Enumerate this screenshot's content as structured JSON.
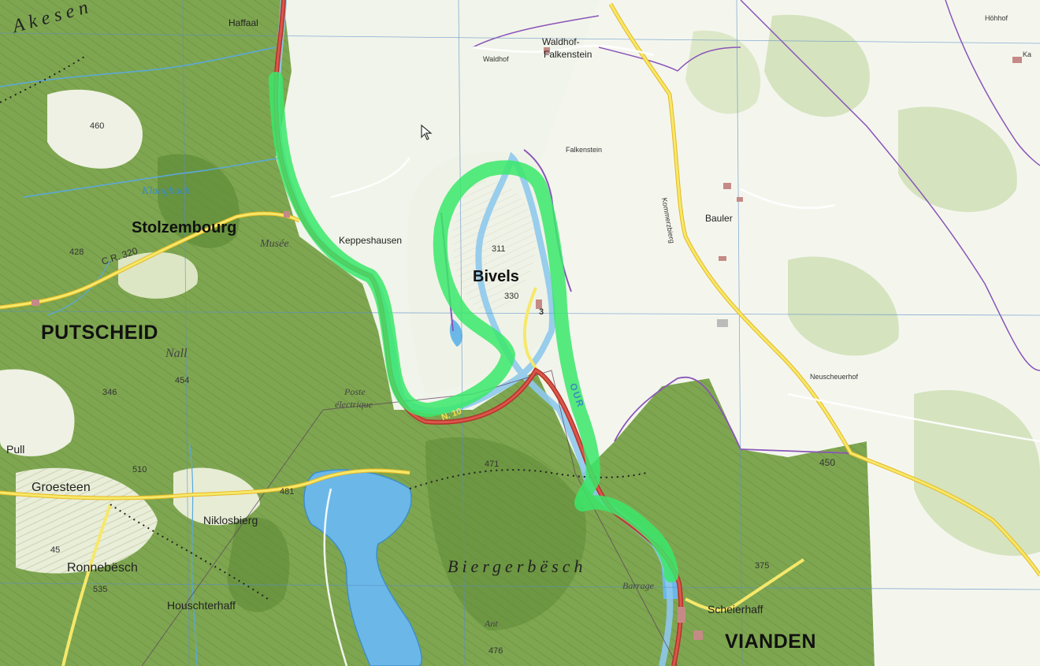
{
  "map": {
    "labels": {
      "akesen": "Akesen",
      "haffaal": "Haffaal",
      "waldhof_falkenstein_line1": "Waldhof-",
      "waldhof_falkenstein_line2": "Falkenstein",
      "waldhof": "Waldhof",
      "falkenstein": "Falkenstein",
      "hohhof": "Höhhof",
      "ka": "Ka",
      "stolzembourg": "Stolzembourg",
      "putscheid": "PUTSCHEID",
      "keppeshausen": "Keppeshausen",
      "bivels": "Bivels",
      "bauler": "Bauler",
      "neuscheuerhof": "Neuscheuerhof",
      "musee": "Musée",
      "klangbach": "Klangbach",
      "nall": "Nall",
      "poste_line1": "Poste",
      "poste_line2": "électrique",
      "pull": "Pull",
      "groesteen": "Groesteen",
      "niklosbierg": "Niklosbierg",
      "ronnebesch": "Ronnebësch",
      "houschterhaff": "Houschterhaff",
      "biergerbesch": "Biergerbësch",
      "barrage": "Barrage",
      "scheierhaff": "Scheierhaff",
      "vianden": "VIANDEN",
      "ant": "Ant",
      "our": "OUR",
      "cr320": "C.R. 320",
      "n10": "N. 10",
      "kommerz": "Kommerzbierg",
      "e460": "460",
      "e428": "428",
      "e311": "311",
      "e330": "330",
      "e454": "454",
      "e346": "346",
      "e510": "510",
      "e481": "481",
      "e471": "471",
      "e450": "450",
      "e535": "535",
      "e375": "375",
      "e476": "476",
      "e45": "45",
      "e3": "3"
    },
    "colors": {
      "route": "#39e86a",
      "river": "#8ec9ec",
      "main_road": "#c0392b",
      "secondary_road": "#f2dc3a",
      "boundary": "#8a55b8",
      "forest": "#6a9a3d",
      "open_land": "#f4f6ee"
    },
    "icons": {
      "cursor": "mouse-pointer-icon"
    }
  }
}
